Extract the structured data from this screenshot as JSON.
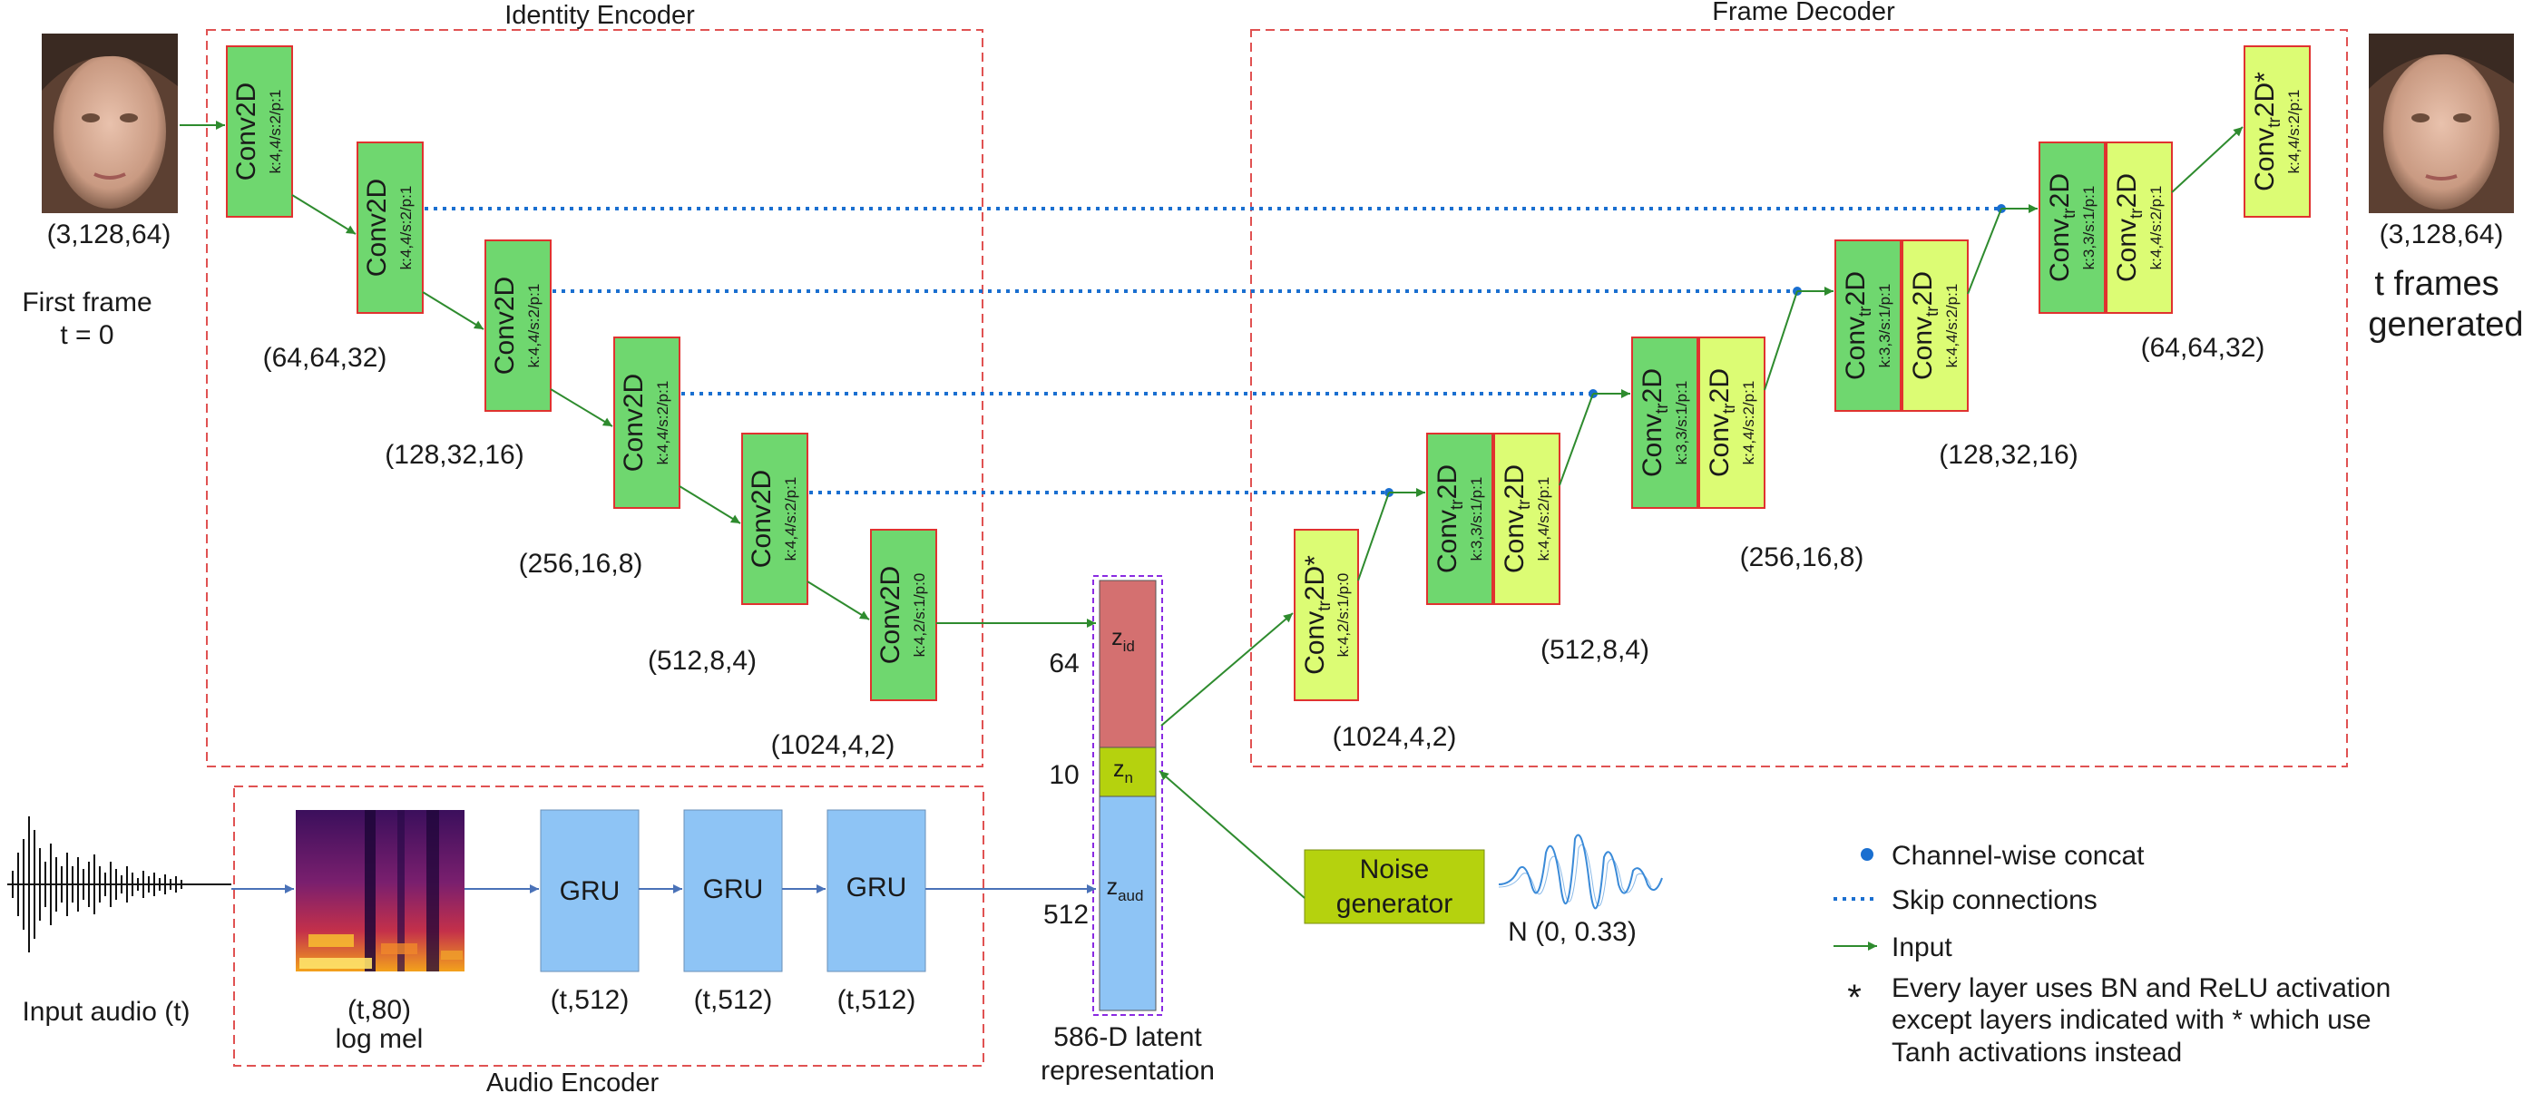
{
  "identity_encoder": {
    "title": "Identity Encoder",
    "input_shape": "(3,128,64)",
    "first_frame": [
      "First frame",
      "t = 0"
    ],
    "layers": [
      {
        "name": "Conv2D",
        "params": "k:4,4/s:2/p:1"
      },
      {
        "name": "Conv2D",
        "params": "k:4,4/s:2/p:1"
      },
      {
        "name": "Conv2D",
        "params": "k:4,4/s:2/p:1"
      },
      {
        "name": "Conv2D",
        "params": "k:4,4/s:2/p:1"
      },
      {
        "name": "Conv2D",
        "params": "k:4,4/s:2/p:1"
      },
      {
        "name": "Conv2D",
        "params": "k:4,2/s:1/p:0"
      }
    ],
    "shapes": [
      "(64,64,32)",
      "(128,32,16)",
      "(256,16,8)",
      "(512,8,4)",
      "(1024,4,2)"
    ]
  },
  "frame_decoder": {
    "title": "Frame Decoder",
    "output_shape": "(3,128,64)",
    "output_label": [
      "t frames",
      "generated"
    ],
    "layers": [
      {
        "name": "Conv",
        "sub": "tr",
        "suffix": "2D*",
        "params": "k:4,2/s:1/p:0"
      },
      {
        "name": "Conv",
        "sub": "tr",
        "suffix": "2D",
        "params": "k:3,3/s:1/p:1"
      },
      {
        "name": "Conv",
        "sub": "tr",
        "suffix": "2D",
        "params": "k:4,4/s:2/p:1"
      },
      {
        "name": "Conv",
        "sub": "tr",
        "suffix": "2D",
        "params": "k:3,3/s:1/p:1"
      },
      {
        "name": "Conv",
        "sub": "tr",
        "suffix": "2D",
        "params": "k:4,4/s:2/p:1"
      },
      {
        "name": "Conv",
        "sub": "tr",
        "suffix": "2D",
        "params": "k:3,3/s:1/p:1"
      },
      {
        "name": "Conv",
        "sub": "tr",
        "suffix": "2D",
        "params": "k:4,4/s:2/p:1"
      },
      {
        "name": "Conv",
        "sub": "tr",
        "suffix": "2D",
        "params": "k:3,3/s:1/p:1"
      },
      {
        "name": "Conv",
        "sub": "tr",
        "suffix": "2D",
        "params": "k:4,4/s:2/p:1"
      },
      {
        "name": "Conv",
        "sub": "tr",
        "suffix": "2D*",
        "params": "k:4,4/s:2/p:1"
      }
    ],
    "shapes": [
      "(1024,4,2)",
      "(512,8,4)",
      "(256,16,8)",
      "(128,32,16)",
      "(64,64,32)"
    ]
  },
  "audio_encoder": {
    "title": "Audio Encoder",
    "input_label": "Input audio (t)",
    "spectrogram_label": [
      "(t,80)",
      "log mel"
    ],
    "gru_label": "GRU",
    "gru_shapes": [
      "(t,512)",
      "(t,512)",
      "(t,512)"
    ]
  },
  "latent": {
    "segments": [
      {
        "name": "z",
        "sub": "id",
        "size": "64",
        "color": "#d47070"
      },
      {
        "name": "z",
        "sub": "n",
        "size": "10",
        "color": "#b5d20e"
      },
      {
        "name": "z",
        "sub": "aud",
        "size": "512",
        "color": "#8ec4f5"
      }
    ],
    "caption": [
      "586-D latent",
      "representation"
    ]
  },
  "noise": {
    "label": [
      "Noise",
      "generator"
    ],
    "distribution": "N (0, 0.33)"
  },
  "legend": {
    "concat": "Channel-wise concat",
    "skip": "Skip connections",
    "input": "Input",
    "note_symbol": "*",
    "note": [
      "Every layer uses BN and ReLU activation",
      "except layers indicated with * which use",
      "Tanh activations instead"
    ]
  },
  "colors": {
    "conv_green": "#6fd76f",
    "convtr_yellow": "#dcfc74",
    "block_border": "#e0322f",
    "dashed_box": "#e05252",
    "gru_blue": "#8ec4f5",
    "skip_blue": "#1a6fd0",
    "arrow_green": "#2e8b2e",
    "audio_arrow": "#4a72b8",
    "noise_green": "#b5d20e",
    "latent_border": "#8a2be2"
  }
}
